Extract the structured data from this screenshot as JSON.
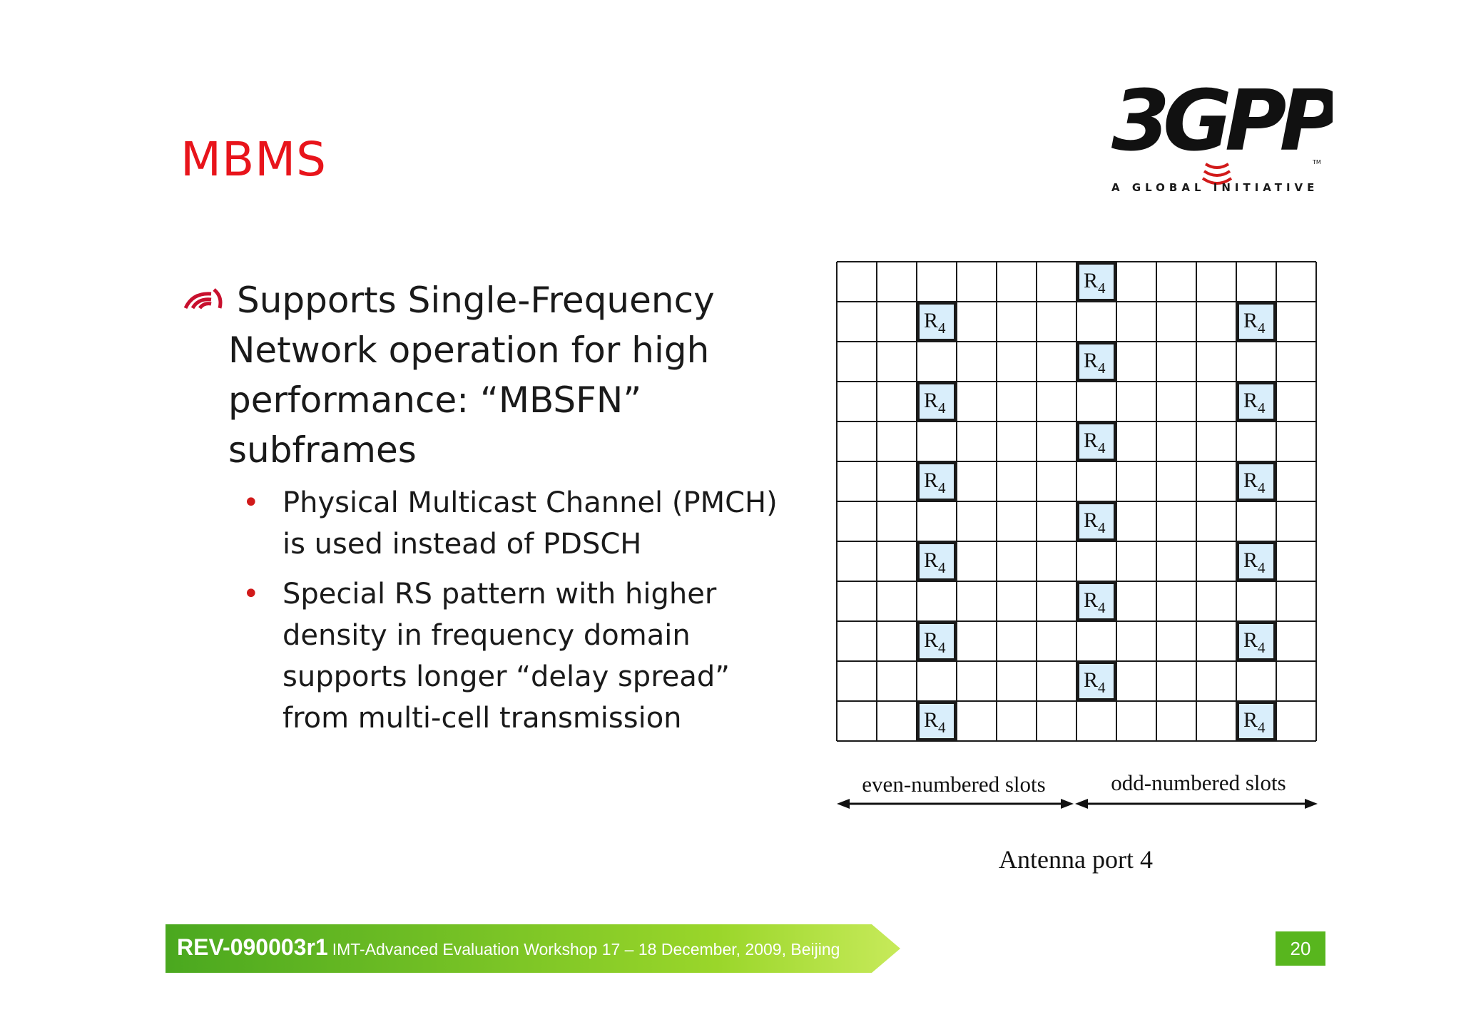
{
  "slide": {
    "title": "MBMS",
    "logo": {
      "wordmark": "3GPP",
      "tagline": "A GLOBAL INITIATIVE",
      "trademark": "TM"
    },
    "bullet": {
      "lines": [
        "Supports Single-Frequency",
        "Network operation for high",
        "performance: “MBSFN”",
        "subframes"
      ],
      "icon": "signal-waves-icon"
    },
    "sub_bullets": [
      {
        "marker": "•",
        "lines": [
          "Physical Multicast Channel (PMCH)",
          "is used instead of PDSCH"
        ]
      },
      {
        "marker": "•",
        "lines": [
          "Special RS pattern with higher",
          "density in frequency domain",
          "supports longer “delay spread”",
          "from multi-cell transmission"
        ]
      }
    ],
    "diagram": {
      "cols": 12,
      "rows": 12,
      "symbol": "R",
      "subscript": "4",
      "cells": [
        [
          0,
          6
        ],
        [
          1,
          2
        ],
        [
          1,
          10
        ],
        [
          2,
          6
        ],
        [
          3,
          2
        ],
        [
          3,
          10
        ],
        [
          4,
          6
        ],
        [
          5,
          2
        ],
        [
          5,
          10
        ],
        [
          6,
          6
        ],
        [
          7,
          2
        ],
        [
          7,
          10
        ],
        [
          8,
          6
        ],
        [
          9,
          2
        ],
        [
          9,
          10
        ],
        [
          10,
          6
        ],
        [
          11,
          2
        ],
        [
          11,
          10
        ]
      ],
      "even_label": "even-numbered slots",
      "odd_label": "odd-numbered slots",
      "caption": "Antenna port 4",
      "colors": {
        "cell_fill": "#d9eefb",
        "line": "#1a1a1a"
      }
    },
    "footer": {
      "doc_id": "REV-090003r1",
      "event": "IMT-Advanced Evaluation Workshop 17 – 18 December, 2009, Beijing",
      "page_number": "20",
      "colors": {
        "bar_dark": "#4aa81f",
        "bar_light": "#9ad62a",
        "title": "#e8141b"
      }
    }
  }
}
